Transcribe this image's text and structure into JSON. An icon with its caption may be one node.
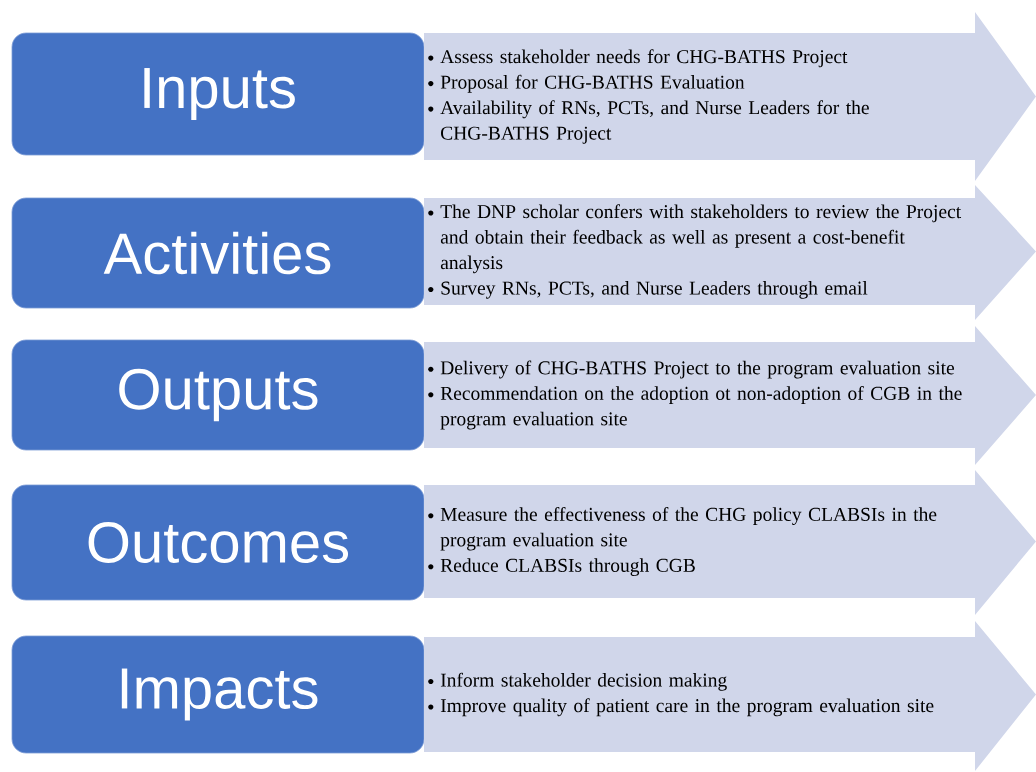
{
  "diagram": {
    "nodes": [
      {
        "text": [
          "Inputs"
        ]
      },
      {
        "text": [
          "Assess stakeholder needs for CHG-BATHS Project",
          "Proposal for CHG-BATHS Evaluation",
          "Availability of RNs, PCTs, and Nurse Leaders for the CHG-BATHS Project"
        ]
      },
      {
        "text": [
          "Activities"
        ]
      },
      {
        "text": [
          "The DNP scholar confers with stakeholders to review the Project and obtain their feedback as well as present a cost-benefit analysis",
          "Survey RNs, PCTs, and Nurse Leaders through email"
        ]
      },
      {
        "text": [
          "Outputs"
        ]
      },
      {
        "text": [
          "Delivery of CHG-BATHS Project to the program evaluation site",
          "Recommendation on the adoption ot non-adoption of CGB in the program evaluation site"
        ]
      },
      {
        "text": [
          "Outcomes"
        ]
      },
      {
        "text": [
          "Measure the effectiveness of the CHG policy CLABSIs in the program evaluation site",
          "Reduce CLABSIs through CGB"
        ]
      },
      {
        "text": [
          "Impacts"
        ]
      },
      {
        "text": [
          "Inform stakeholder decision making",
          "Improve quality of patient care in the program evaluation site"
        ]
      }
    ]
  }
}
